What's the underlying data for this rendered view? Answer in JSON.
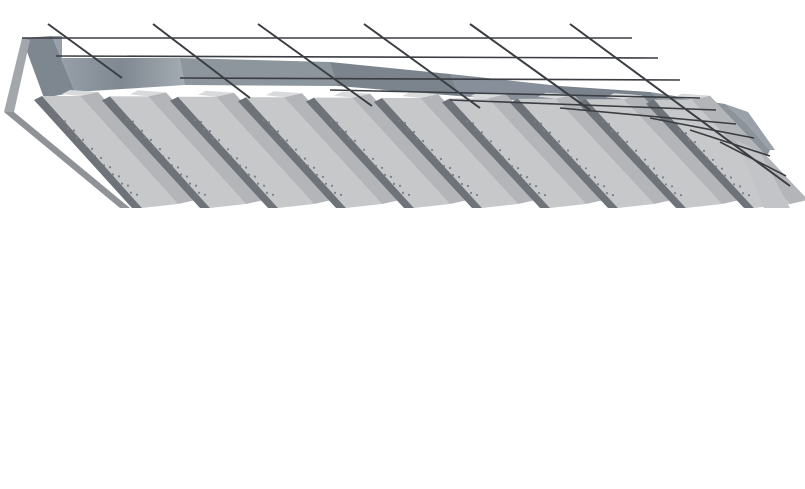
{
  "image": {
    "subject": "deck-illustration",
    "rib_count": 10,
    "rebar_count": 6,
    "colors": {
      "background": "#ffffff",
      "rib_face_light": "#c7c8ca",
      "rib_face_mid": "#b3b5b8",
      "rib_top": "#d9dadc",
      "rib_shadow": "#6e7379",
      "back_panel": "#8a939c",
      "back_panel_dark": "#6f7882",
      "rebar": "#3a3d42",
      "perforation": "#7c7f84"
    }
  }
}
